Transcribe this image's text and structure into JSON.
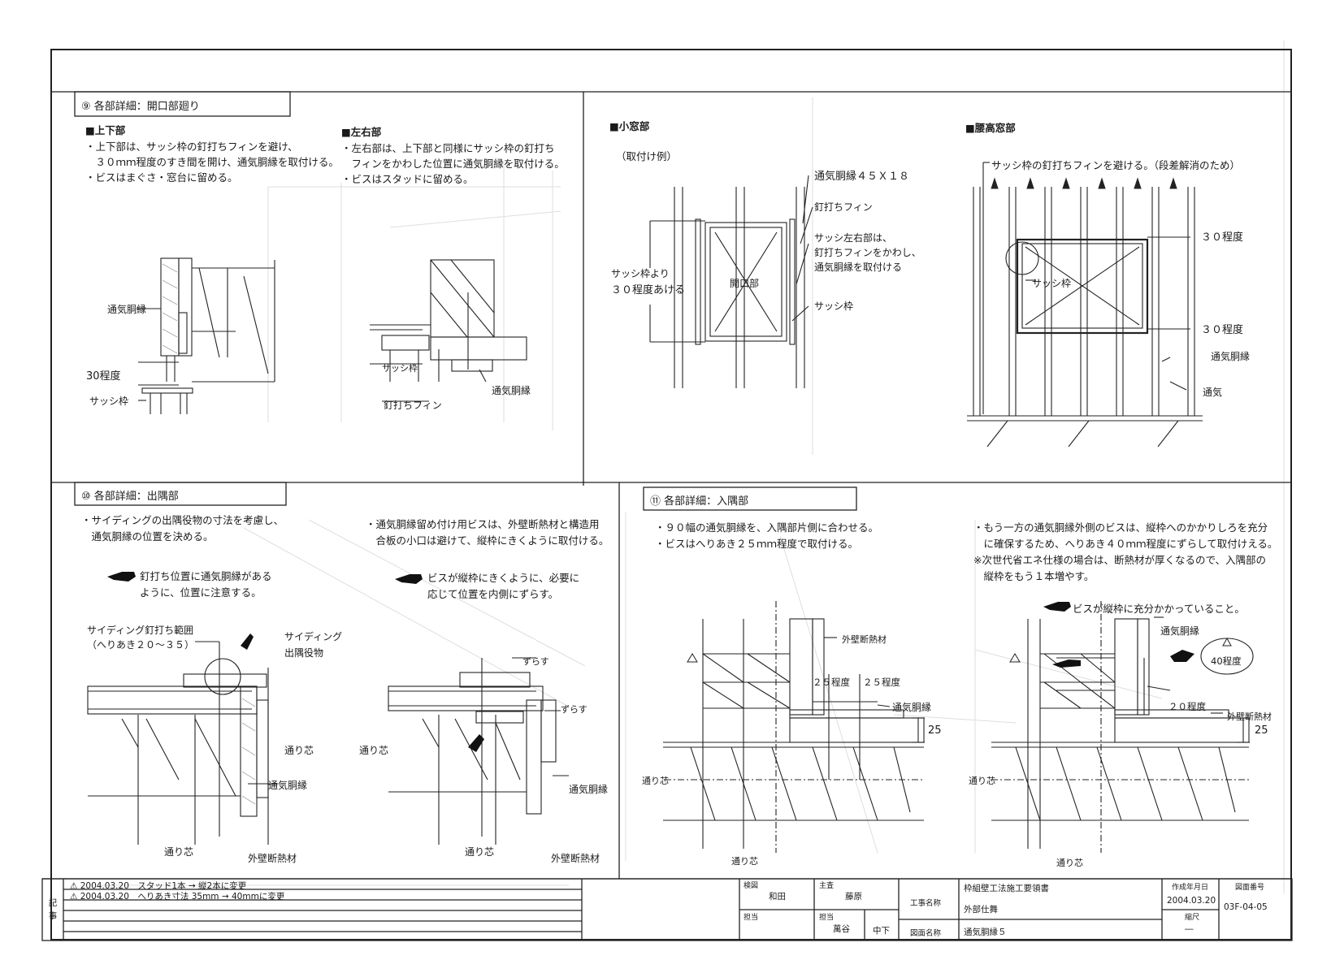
{
  "section9": {
    "title": "⑨ 各部詳細：開口部廻り",
    "upper_lower": {
      "heading": "■上下部",
      "lines": [
        "・上下部は、サッシ枠の釘打ちフィンを避け、",
        "　３０ｍｍ程度のすき間を開け、通気胴縁を取付ける。",
        "・ビスはまぐさ・窓台に留める。"
      ],
      "label_furring": "通気胴縁",
      "label_gap": "30程度",
      "label_sash": "サッシ枠"
    },
    "left_right": {
      "heading": "■左右部",
      "lines": [
        "・左右部は、上下部と同様にサッシ枠の釘打ち",
        "　フィンをかわした位置に通気胴縁を取付ける。",
        "・ビスはスタッドに留める。"
      ],
      "label_sash": "サッシ枠",
      "label_fin": "釘打ちフィン",
      "label_furring": "通気胴縁"
    },
    "small_window": {
      "heading": "■小窓部",
      "sub": "（取付け例）",
      "label_furring_size": "通気胴縁４５Ｘ１８",
      "label_fin": "釘打ちフィン",
      "label_lr_1": "サッシ左右部は、",
      "label_lr_2": "釘打ちフィンをかわし、",
      "label_lr_3": "通気胴縁を取付ける",
      "label_sash": "サッシ枠",
      "label_left_1": "サッシ枠より",
      "label_left_2": "３０程度あける",
      "label_opening": "開口部"
    },
    "tall_window": {
      "heading": "■腰高窓部",
      "label_avoid": "サッシ枠の釘打ちフィンを避ける。（段差解消のため）",
      "label_30a": "３０程度",
      "label_30b": "３０程度",
      "label_sash": "サッシ枠",
      "label_furring": "通気胴縁",
      "label_air": "通気"
    }
  },
  "section10": {
    "title": "⑩ 各部詳細：出隅部",
    "left_lines": [
      "・サイディングの出隅役物の寸法を考慮し、",
      "　通気胴縁の位置を決める。"
    ],
    "note_left": [
      "釘打ち位置に通気胴縁がある",
      "ように、位置に注意する。"
    ],
    "right_lines": [
      "・通気胴縁留め付け用ビスは、外壁断熱材と構造用",
      "　合板の小口は避けて、縦枠にきくように取付ける。"
    ],
    "note_right": [
      "ビスが縦枠にきくように、必要に",
      "応じて位置を内側にずらす。"
    ],
    "label_nail_range_1": "サイディング釘打ち範囲",
    "label_nail_range_2": "（へりあき２０～３５）",
    "label_corner_1": "サイディング",
    "label_corner_2": "出隅役物",
    "label_core_a": "通り芯",
    "label_furring_a": "通気胴縁",
    "label_core_b": "通り芯",
    "label_insul_a": "外壁断熱材",
    "label_shift_1": "ずらす",
    "label_shift_2": "ずらす",
    "label_core_c": "通り芯",
    "label_furring_b": "通気胴縁",
    "label_core_d": "通り芯",
    "label_insul_b": "外壁断熱材"
  },
  "section11": {
    "title": "⑪ 各部詳細：入隅部",
    "left_lines": [
      "・９０幅の通気胴縁を、入隅部片側に合わせる。",
      "・ビスはへりあき２５ｍｍ程度で取付ける。"
    ],
    "right_lines": [
      "・もう一方の通気胴縁外側のビスは、縦枠へのかかりしろを充分",
      "　に確保するため、へりあき４０ｍｍ程度にずらして取付けえる。",
      "※次世代省エネ仕様の場合は、断熱材が厚くなるので、入隅部の",
      "　縦枠をもう１本増やす。"
    ],
    "note": "ビスが縦枠に充分かかっていること。",
    "label_insul_a": "外壁断熱材",
    "label_25a": "２５程度",
    "label_25b": "２５程度",
    "label_furring_a": "通気胴縁",
    "label_dim_a": "25",
    "label_core_a1": "通り芯",
    "label_core_a2": "通り芯",
    "label_furring_b": "通気胴縁",
    "label_40": "40程度",
    "label_20": "２０程度",
    "label_insul_b": "外壁断熱材",
    "label_dim_b": "25",
    "label_core_b1": "通り芯",
    "label_core_b2": "通り芯"
  },
  "title_block": {
    "side_label": "記事",
    "revisions": [
      "⚠ 2004.03.20　スタッド1本 → 縦2本に変更",
      "⚠ 2004.03.20　へりあき寸法 35mm → 40mmに変更"
    ],
    "check_label": "検図",
    "check_name": "和田",
    "chief_label": "主査",
    "chief_name": "藤原",
    "draw_label": "担当",
    "drafter_label": "担当",
    "drafter_name": "萬谷",
    "drafter_name2": "中下",
    "project_label": "工事名称",
    "project_value_1": "枠組壁工法施工要領書",
    "project_value_2": "外部仕舞",
    "drawing_label": "図面名称",
    "drawing_value": "通気胴縁５",
    "date_label": "作成年月日",
    "date_value": "2004.03.20",
    "scale_label": "縮尺",
    "scale_value": "―",
    "number_label": "図面番号",
    "number_value": "03F-04-05"
  },
  "colors": {
    "line": "#222222",
    "faint": "#d8d8d8",
    "paper": "#ffffff"
  }
}
